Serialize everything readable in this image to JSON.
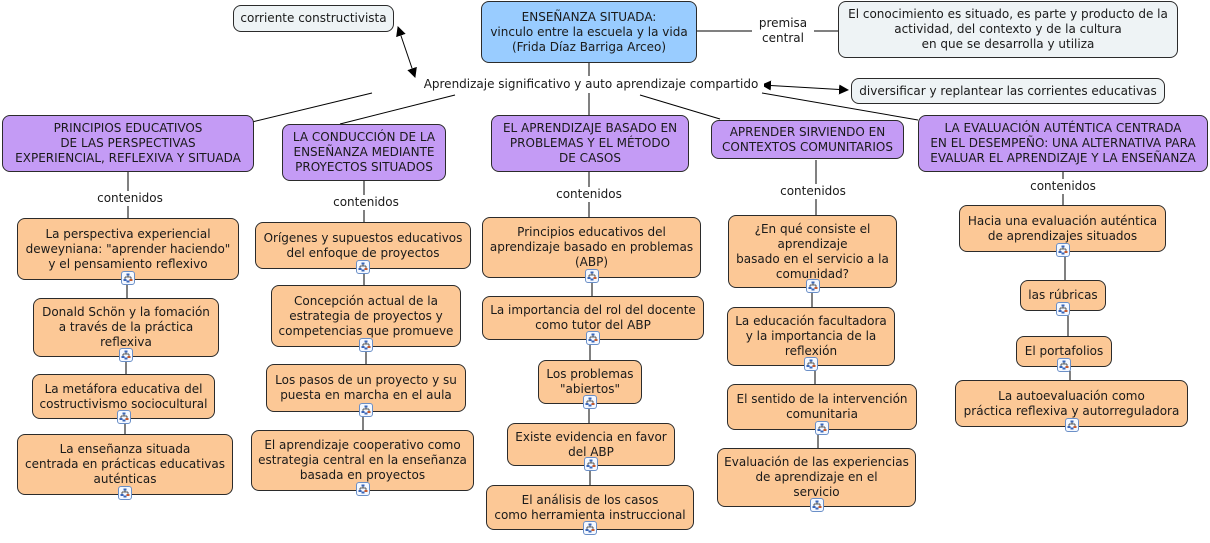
{
  "root": {
    "title": "ENSEÑANZA SITUADA:\nvinculo entre la escuela y la vida\n(Frida Díaz Barriga Arceo)"
  },
  "premise": {
    "link_label": "premisa\ncentral",
    "text": "El conocimiento es situado, es parte y producto de la\nactividad, del contexto y de la cultura\nen que se desarrolla y utiliza"
  },
  "hub": {
    "text": "Aprendizaje significativo y auto aprendizaje compartido"
  },
  "side_notes": {
    "left": "corriente constructivista",
    "right": "diversificar y replantear las corrientes educativas"
  },
  "link_label_contents": "contenidos",
  "topics": [
    {
      "title": "PRINCIPIOS EDUCATIVOS\nDE LAS PERSPECTIVAS\nEXPERIENCIAL, REFLEXIVA Y SITUADA",
      "items": [
        "La perspectiva experiencial\ndeweyniana: \"aprender haciendo\"\ny el pensamiento reflexivo",
        "Donald Schön y la fomación\na través de la práctica\nreflexiva",
        "La metáfora educativa del\ncostructivismo sociocultural",
        "La enseñanza situada\ncentrada en prácticas educativas\nauténticas"
      ]
    },
    {
      "title": "LA CONDUCCIÓN DE LA\nENSEÑANZA MEDIANTE\nPROYECTOS SITUADOS",
      "items": [
        "Orígenes y supuestos educativos\ndel enfoque de proyectos",
        "Concepción actual de la\nestrategia de proyectos y\ncompetencias que promueve",
        "Los pasos de un proyecto y su\npuesta en marcha en el aula",
        "El aprendizaje cooperativo como\nestrategia central en la enseñanza\nbasada en proyectos"
      ]
    },
    {
      "title": "EL APRENDIZAJE BASADO EN\nPROBLEMAS Y EL MÉTODO\nDE CASOS",
      "items": [
        "Principios educativos del\naprendizaje basado en problemas\n(ABP)",
        "La importancia del rol del docente\ncomo tutor del ABP",
        "Los problemas\n\"abiertos\"",
        "Existe evidencia en favor\ndel ABP",
        "El análisis de los casos\ncomo herramienta instruccional"
      ]
    },
    {
      "title": "APRENDER SIRVIENDO EN\nCONTEXTOS COMUNITARIOS",
      "items": [
        "¿En qué consiste el\naprendizaje\nbasado en el servicio a la\ncomunidad?",
        "La educación facultadora\ny la importancia de la\nreflexión",
        "El sentido de la intervención\ncomunitaria",
        "Evaluación de las experiencias\nde aprendizaje en el\nservicio"
      ]
    },
    {
      "title": "LA EVALUACIÓN AUTÉNTICA CENTRADA\nEN EL DESEMPEÑO: UNA ALTERNATIVA PARA\nEVALUAR EL APRENDIZAJE Y LA ENSEÑANZA",
      "items": [
        "Hacia una evaluación auténtica\nde aprendizajes situados",
        "las rúbricas",
        "El portafolios",
        "La autoevaluación como\npráctica reflexiva y autorreguladora"
      ]
    }
  ],
  "colors": {
    "root": "#99ccff",
    "note": "#eef3f5",
    "topic": "#c49bf5",
    "item": "#fcc896",
    "border": "#2b2b2b"
  }
}
